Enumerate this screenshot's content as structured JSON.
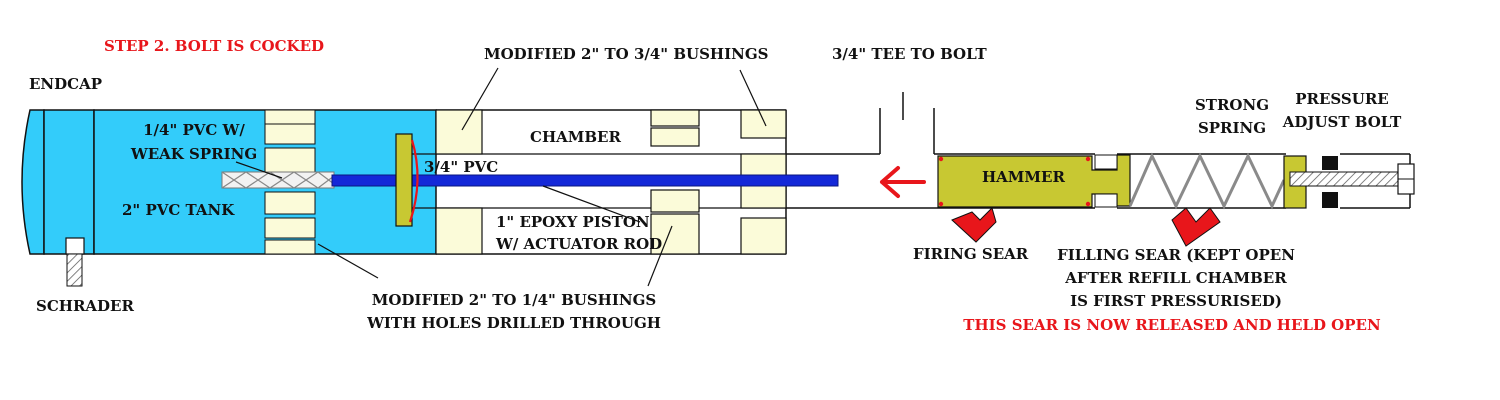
{
  "colors": {
    "tank_fill": "#33ccfa",
    "bushing_fill": "#fbfbd9",
    "rod": "#1428d8",
    "hammer": "#c8c832",
    "sear": "#e8161b",
    "arrow": "#e8161b",
    "spring": "#8a8a8a",
    "outline": "#111111"
  },
  "labels": {
    "step": "STEP 2. BOLT IS COCKED",
    "endcap": "ENDCAP",
    "quarter_pvc_1": "1/4\" PVC W/",
    "quarter_pvc_2": "WEAK SPRING",
    "tank": "2\" PVC TANK",
    "schrader": "SCHRADER",
    "mod_bush_top": "MODIFIED 2\" TO 3/4\" BUSHINGS",
    "chamber": "CHAMBER",
    "pvc_34": "3/4\" PVC",
    "piston_1": "1\"  EPOXY PISTON",
    "piston_2": "W/ ACTUATOR ROD",
    "mod_bush_bot_1": "MODIFIED 2\" TO 1/4\" BUSHINGS",
    "mod_bush_bot_2": "WITH HOLES DRILLED THROUGH",
    "tee": "3/4\" TEE TO BOLT",
    "hammer": "HAMMER",
    "strong_1": "STRONG",
    "strong_2": "SPRING",
    "pressure_1": "PRESSURE",
    "pressure_2": "ADJUST BOLT",
    "firing_sear": "FIRING SEAR",
    "filling_1": "FILLING SEAR (KEPT OPEN",
    "filling_2": "AFTER REFILL CHAMBER",
    "filling_3": "IS FIRST PRESSURISED)",
    "released": "THIS SEAR IS NOW RELEASED AND HELD OPEN"
  }
}
